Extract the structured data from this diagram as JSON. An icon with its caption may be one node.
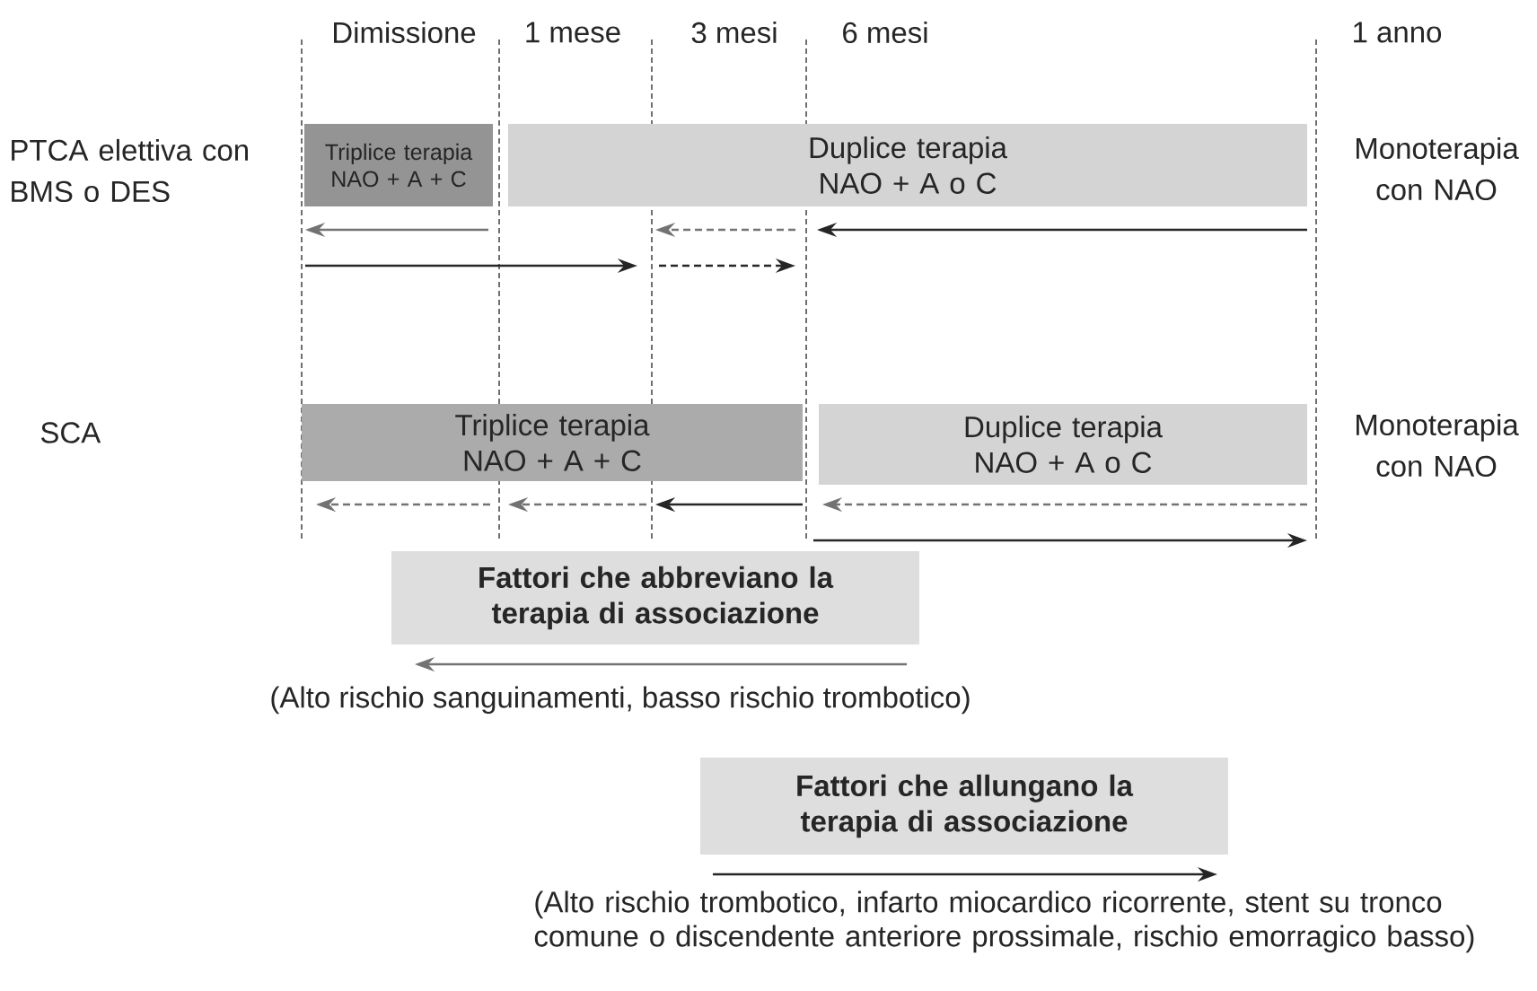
{
  "diagram": {
    "nodes": [
      {
        "text": [
          "Triplice terapia",
          "NAO + A + C"
        ]
      },
      {
        "text": [
          "Duplice terapia",
          "NAO + A o C"
        ]
      },
      {
        "text": [
          "Triplice terapia",
          "NAO + A + C"
        ]
      },
      {
        "text": [
          "Duplice terapia",
          "NAO + A o C"
        ]
      },
      {
        "text": [
          "Fattori che abbreviano la terapia di associazione"
        ],
        "beside": [
          "(Alto rischio sanguinamenti, basso rischio trombotico)"
        ]
      },
      {
        "text": [
          "Fattori che allungano la terapia di associazione"
        ],
        "beside": [
          "(Alto rischio trombotico, infarto miocardico ricorrente, stent su tronco comune o discendente anteriore prossimale, rischio emorragico basso)"
        ]
      }
    ],
    "labels": [
      "Dimissione",
      "1 mese",
      "3 mesi",
      "6 mesi",
      "1 anno",
      "PTCA elettiva con BMS o DES",
      "Monoterapia con NAO",
      "SCA",
      "Monoterapia con NAO"
    ]
  }
}
